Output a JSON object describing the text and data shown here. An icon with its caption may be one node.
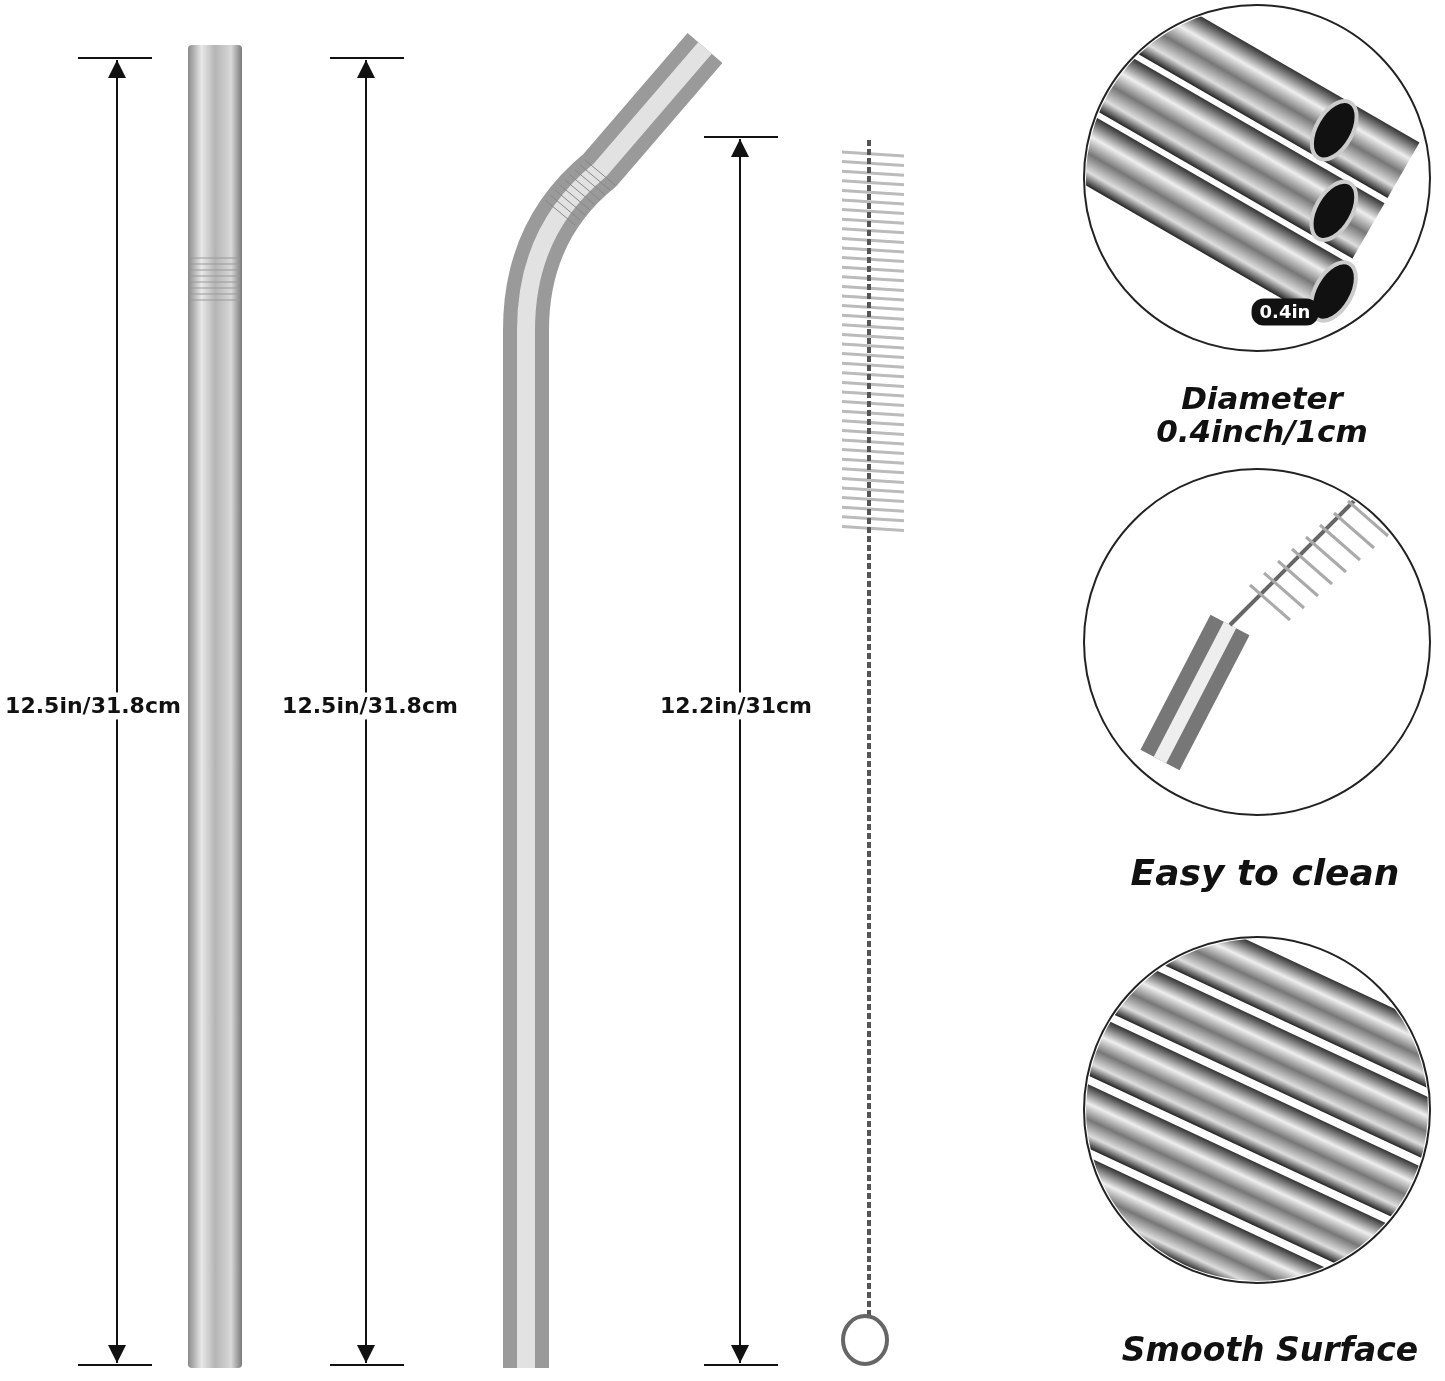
{
  "diagram": {
    "labels": [
      "12.5in/31.8cm",
      "12.5in/31.8cm",
      "12.2in/31cm",
      "0.4in",
      "Diameter 0.4inch/1cm",
      "Easy to clean",
      "Smooth Surface"
    ]
  }
}
